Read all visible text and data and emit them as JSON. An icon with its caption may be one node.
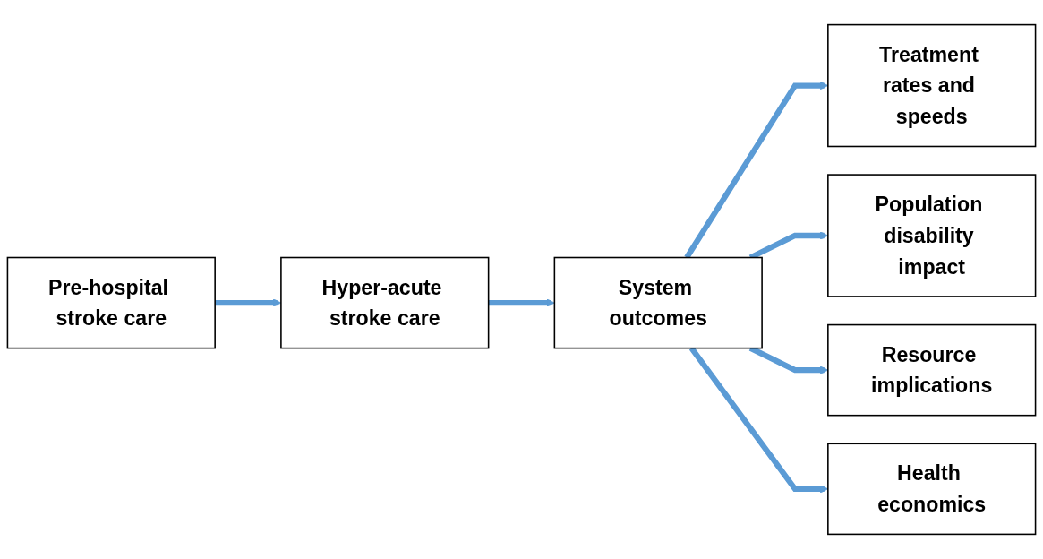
{
  "diagram": {
    "nodes": [
      {
        "text": [
          "Pre-hospital stroke care"
        ]
      },
      {
        "text": [
          "Hyper-acute stroke care"
        ]
      },
      {
        "text": [
          "System outcomes"
        ]
      },
      {
        "text": [
          "Treatment rates and speeds"
        ]
      },
      {
        "text": [
          "Population disability impact"
        ]
      },
      {
        "text": [
          "Resource implications"
        ]
      },
      {
        "text": [
          "Health economics"
        ]
      }
    ],
    "edges": [
      {
        "from": 0,
        "to": 1,
        "arrow": "to"
      },
      {
        "from": 1,
        "to": 2,
        "arrow": "to"
      },
      {
        "from": 2,
        "to": 3,
        "arrow": "to"
      },
      {
        "from": 2,
        "to": 4,
        "arrow": "to"
      },
      {
        "from": 2,
        "to": 5,
        "arrow": "to"
      },
      {
        "from": 2,
        "to": 6,
        "arrow": "to"
      }
    ]
  }
}
